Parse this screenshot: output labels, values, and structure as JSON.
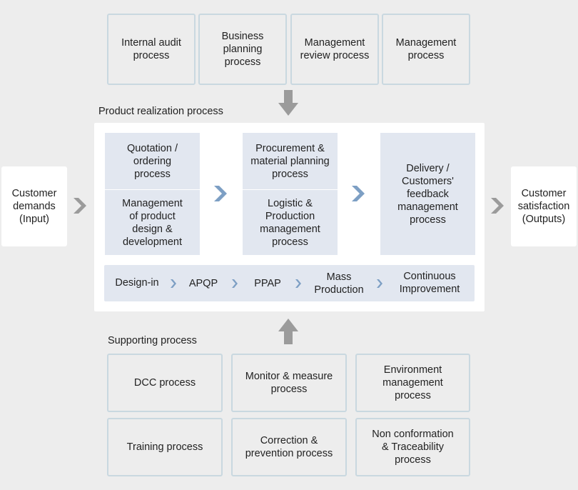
{
  "management_processes": [
    "Internal audit\nprocess",
    "Business\nplanning\nprocess",
    "Management\nreview process",
    "Management\nprocess"
  ],
  "realization": {
    "title": "Product realization process",
    "column1_top": "Quotation /\nordering\nprocess",
    "column1_bottom": "Management\nof product\ndesign &\ndevelopment",
    "column2_top": "Procurement &\nmaterial planning\nprocess",
    "column2_bottom": "Logistic &\nProduction\nmanagement\nprocess",
    "column3": "Delivery /\nCustomers'\nfeedback\nmanagement\nprocess"
  },
  "phases": [
    "Design-in",
    "APQP",
    "PPAP",
    "Mass\nProduction",
    "Continuous\nImprovement"
  ],
  "input": "Customer\ndemands\n(Input)",
  "output": "Customer\nsatisfaction\n(Outputs)",
  "supporting": {
    "title": "Supporting process",
    "items": [
      "DCC process",
      "Monitor & measure\nprocess",
      "Environment\nmanagement\nprocess",
      "Training process",
      "Correction &\nprevention process",
      "Non conformation\n& Traceability\nprocess"
    ]
  },
  "colors": {
    "background": "#ededed",
    "box_border": "#c9d8e0",
    "process_fill": "#e2e7f0",
    "chevron_blue": "#7d9fc4",
    "arrow_gray": "#9b9b9b"
  }
}
